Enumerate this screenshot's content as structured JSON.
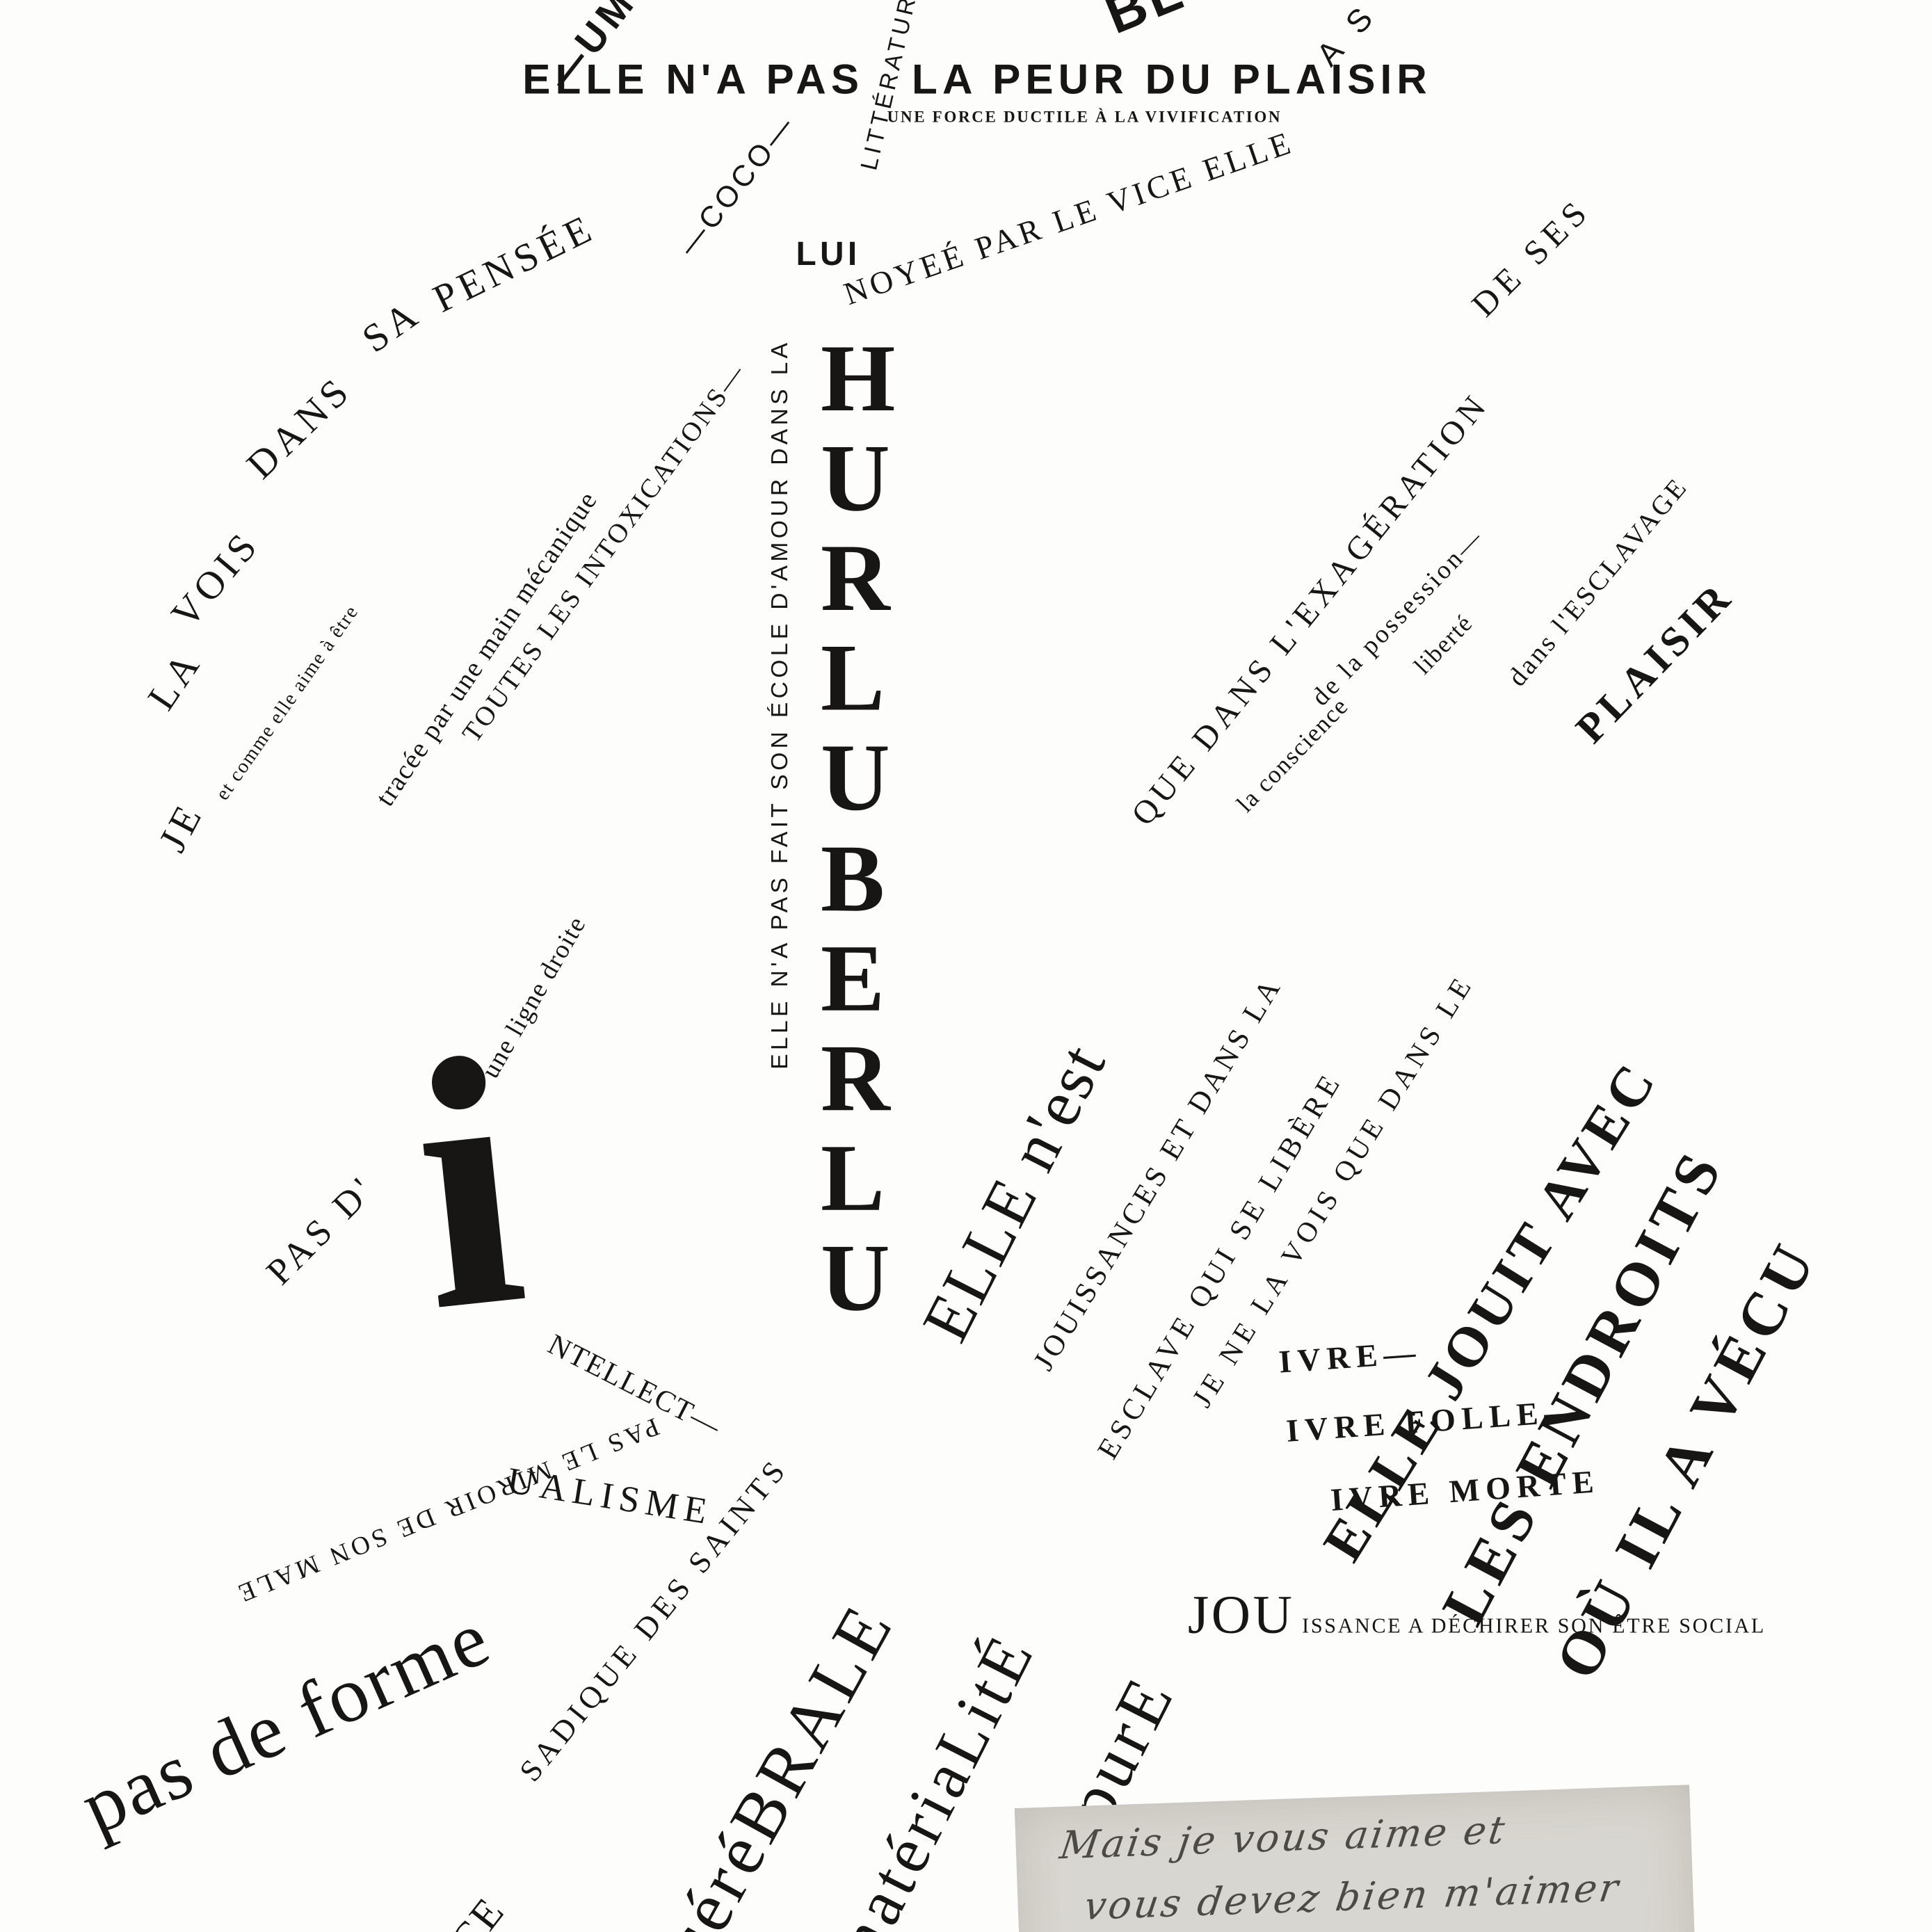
{
  "page": {
    "ink": "#171614",
    "paper": "#fdfdfc",
    "note_bg": "#d8d6d0",
    "note_ink": "#4c4a44"
  },
  "texts": {
    "frag_um": "—UM",
    "frag_bl": "BL",
    "frag_as": "A S",
    "title_left": "ELLE N'A PAS",
    "title_right": "LA PEUR DU PLAISIR",
    "subtitle": "UNE FORCE DUCTILE À LA VIVIFICATION",
    "litterature": "LITTÉRATURE",
    "coco": "—COCO—",
    "lui": "LUI",
    "noyee": "NOYEÉ PAR LE VICE ELLE",
    "arc_je": "JE",
    "arc_la": "LA",
    "arc_vois": "VOIS",
    "arc_dans": "DANS",
    "arc_sa": "SA",
    "arc_pensee": "PENSÉE",
    "et_comme": "et comme elle aime à être",
    "tracee": "tracée par une main mécanique",
    "ligne_droite": "une ligne droite",
    "intoxications": "TOUTES LES INTOXICATIONS—",
    "ecole": "ELLE N'A PAS FAIT SON ÉCOLE D'AMOUR DANS LA",
    "hurluberlu": "HURLUBERLU",
    "de_ses": "DE SES",
    "que_dans": "QUE DANS L'EXAGÉRATION",
    "conscience": "la conscience",
    "possession": "de la possession—",
    "liberte": "liberté",
    "esclavage": "dans l'ESCLAVAGE",
    "plaisir": "PLAISIR",
    "elle_nest": "ELLE n'est",
    "jouissances": "JOUISSANCES ET DANS LA",
    "esclave": "ESCLAVE QUI SE LIBÈRE",
    "je_ne": "JE NE LA VOIS QUE DANS LE",
    "jouit": "ELLE JOUIT AVEC",
    "endroits": "LES ENDROITS",
    "vecu": "OÙ IL A VÉCU",
    "ivre1": "IVRE—",
    "ivre2": "IVRE FOLLE—",
    "ivre3": "IVRE MORTE",
    "pas_d": "PAS D'",
    "big_i": "i",
    "ntellect": "NTELLECT—",
    "ualisme": "UALISME",
    "miroir": "PAS LE MIROIR DE SON MALE",
    "pas_de_forme": "pas de forme",
    "sadique": "SADIQUE DES SAINTS",
    "cerebrale": "céréBRALE",
    "materialite": "matériaLitÉ",
    "pure": "purE",
    "jou": "JOU",
    "jou_rest": "ISSANCE A DÉCHIRER SON ÊTRE SOCIAL",
    "note_line1": "Mais je vous aime et",
    "note_line2": "vous devez bien m'aimer",
    "frag_ce": "CE"
  }
}
